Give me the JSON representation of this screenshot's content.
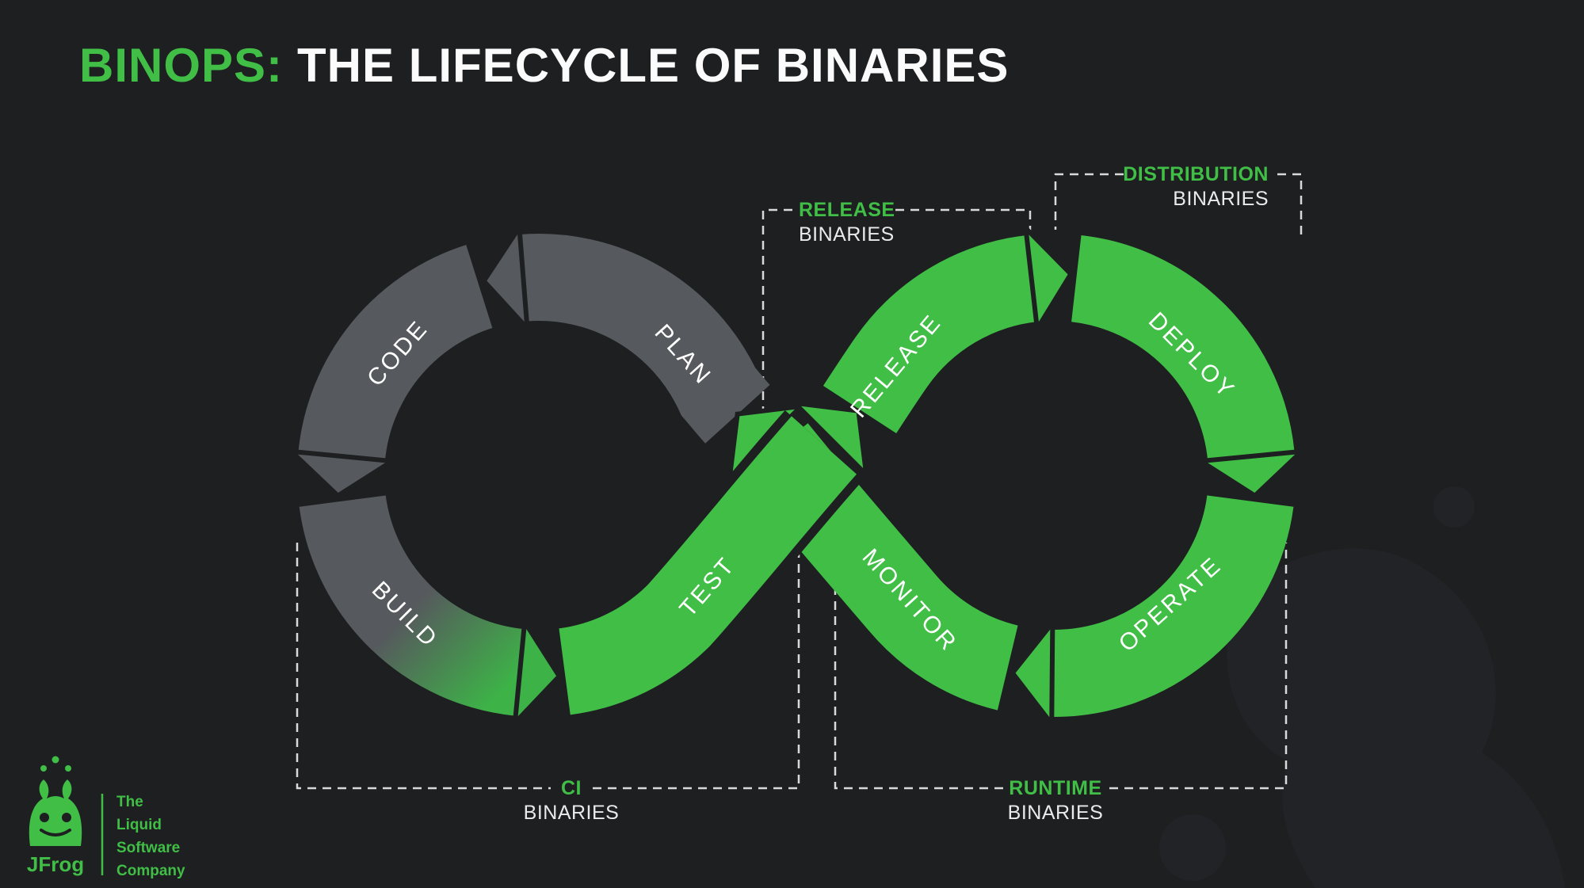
{
  "title": {
    "highlight": "BINOPS:",
    "rest": "THE LIFECYCLE OF BINARIES"
  },
  "loop": {
    "segments": [
      {
        "id": "plan",
        "label": "PLAN"
      },
      {
        "id": "code",
        "label": "CODE"
      },
      {
        "id": "build",
        "label": "BUILD"
      },
      {
        "id": "test",
        "label": "TEST"
      },
      {
        "id": "release",
        "label": "RELEASE"
      },
      {
        "id": "deploy",
        "label": "DEPLOY"
      },
      {
        "id": "operate",
        "label": "OPERATE"
      },
      {
        "id": "monitor",
        "label": "MONITOR"
      }
    ]
  },
  "annotations": [
    {
      "id": "release-binaries",
      "highlight": "RELEASE",
      "rest": "BINARIES"
    },
    {
      "id": "distribution-binaries",
      "highlight": "DISTRIBUTION",
      "rest": "BINARIES"
    },
    {
      "id": "ci-binaries",
      "highlight": "CI",
      "rest": "BINARIES"
    },
    {
      "id": "runtime-binaries",
      "highlight": "RUNTIME",
      "rest": "BINARIES"
    }
  ],
  "logo": {
    "brand": "JFrog",
    "tagline": [
      "The",
      "Liquid",
      "Software",
      "Company"
    ]
  },
  "colors": {
    "background": "#1d1f21",
    "green": "#40be46",
    "gray": "#56595d",
    "white": "#ffffff"
  }
}
